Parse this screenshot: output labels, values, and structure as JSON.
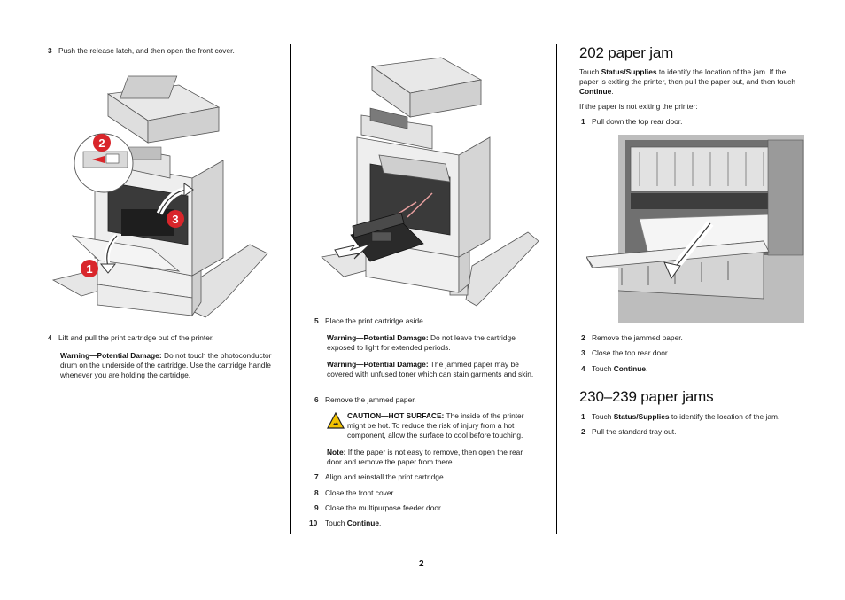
{
  "left": {
    "step3": {
      "num": "3",
      "text": "Push the release latch, and then open the front cover."
    },
    "callouts": [
      "1",
      "2",
      "3"
    ],
    "step4": {
      "num": "4",
      "text": "Lift and pull the print cartridge out of the printer."
    },
    "warn1_label": "Warning—Potential Damage:",
    "warn1_text": " Do not touch the photoconductor drum on the underside of the cartridge. Use the cartridge handle whenever you are holding the cartridge."
  },
  "middle": {
    "step5": {
      "num": "5",
      "text": "Place the print cartridge aside."
    },
    "warn2_label": "Warning—Potential Damage:",
    "warn2_text": " Do not leave the cartridge exposed to light for extended periods.",
    "warn3_label": "Warning—Potential Damage:",
    "warn3_text": " The jammed paper may be covered with unfused toner which can stain garments and skin.",
    "step6": {
      "num": "6",
      "text": "Remove the jammed paper."
    },
    "caution_label": "CAUTION—HOT SURFACE:",
    "caution_text": " The inside of the printer might be hot. To reduce the risk of injury from a hot component, allow the surface to cool before touching.",
    "note_label": "Note:",
    "note_text": " If the paper is not easy to remove, then open the rear door and remove the paper from there.",
    "step7": {
      "num": "7",
      "text": "Align and reinstall the print cartridge."
    },
    "step8": {
      "num": "8",
      "text": "Close the front cover."
    },
    "step9": {
      "num": "9",
      "text": "Close the multipurpose feeder door."
    },
    "step10": {
      "num": "10",
      "pre": "Touch ",
      "bold": "Continue",
      "post": "."
    }
  },
  "right": {
    "heading1": "202 paper jam",
    "intro_pre": "Touch ",
    "intro_bold1": "Status/Supplies",
    "intro_mid": " to identify the location of the jam. If the paper is exiting the printer, then pull the paper out, and then touch ",
    "intro_bold2": "Continue",
    "intro_post": ".",
    "if_text": "If the paper is not exiting the printer:",
    "s1": {
      "num": "1",
      "text": "Pull down the top rear door."
    },
    "s2": {
      "num": "2",
      "text": "Remove the jammed paper."
    },
    "s3": {
      "num": "3",
      "text": "Close the top rear door."
    },
    "s4": {
      "num": "4",
      "pre": "Touch ",
      "bold": "Continue",
      "post": "."
    },
    "heading2": "230–239 paper jams",
    "t1": {
      "num": "1",
      "pre": "Touch ",
      "bold": "Status/Supplies",
      "post": " to identify the location of the jam."
    },
    "t2": {
      "num": "2",
      "text": "Pull the standard tray out."
    }
  },
  "page_number": "2",
  "colors": {
    "callout_red": "#d9262b",
    "arrow_fill": "#ffffff",
    "caution_yellow": "#f2c200"
  }
}
